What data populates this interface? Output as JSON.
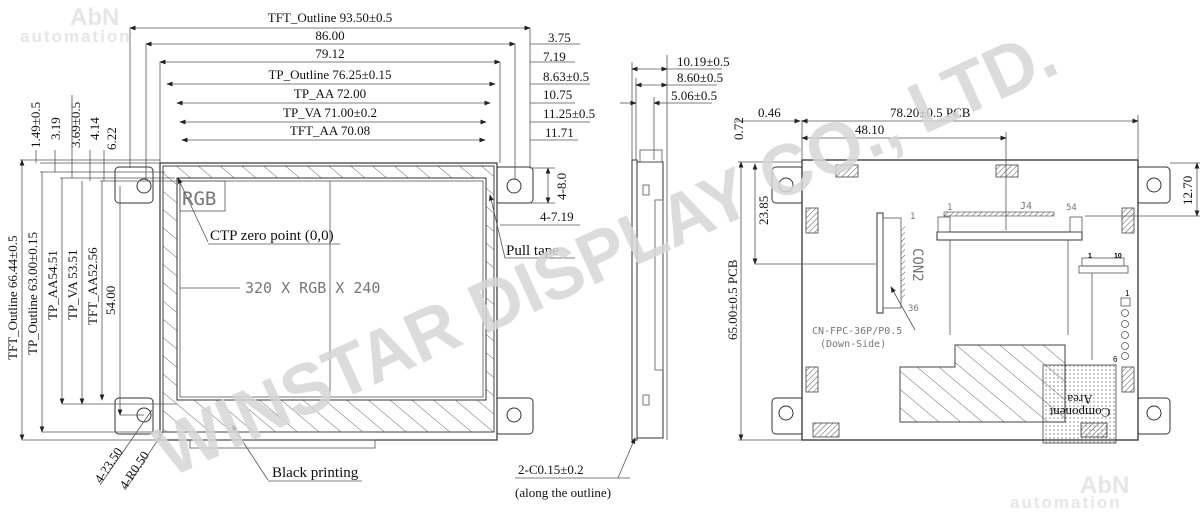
{
  "watermark": "WINSTAR DISPLAY CO., LTD.",
  "logo": {
    "line1": "AbN",
    "line2": "automation"
  },
  "front_view": {
    "top_dims": [
      "TFT_Outline 93.50±0.5",
      "86.00",
      "79.12",
      "TP_Outline 76.25±0.15",
      "TP_AA 72.00",
      "TP_VA 71.00±0.2",
      "TFT_AA 70.08"
    ],
    "right_dims": [
      "3.75",
      "7.19",
      "8.63±0.5",
      "10.75",
      "11.25±0.5",
      "11.71"
    ],
    "top_left_dims": [
      "1.49±0.5",
      "3.19",
      "3.69±0.5",
      "4.14",
      "6.22"
    ],
    "left_dims": [
      "TFT_Outline 66.44±0.5",
      "TP_Outline 63.00±0.15",
      "TP_AA54.51",
      "TP_VA 53.51",
      "TFT_AA52.56",
      "54.00"
    ],
    "tab_dims": [
      "4-8.0",
      "4-7.19"
    ],
    "rgb_label": "RGB",
    "resolution": "320  X  RGB  X  240",
    "ctp_zero": "CTP zero point (0,0)",
    "pull_tape": "Pull tape",
    "black_printing": "Black printing",
    "hole_dim": "4-?3.50",
    "radius_dim": "4-R0.50"
  },
  "side_view": {
    "dims": [
      "10.19±0.5",
      "8.60±0.5",
      "5.06±0.5"
    ],
    "chamfer": "2-C0.15±0.2",
    "chamfer_note": "(along the outline)"
  },
  "back_view": {
    "dims_top": [
      "0.46",
      "78.20±0.5 PCB",
      "48.10"
    ],
    "dims_left": [
      "0.72",
      "65.00±0.5 PCB",
      "23.85"
    ],
    "dim_right": "12.70",
    "j4": {
      "label": "J4",
      "pin_start": "1",
      "pin_end": "54"
    },
    "con2": {
      "label": "CON2",
      "pin_start": "1",
      "pin_end": "36"
    },
    "fpc_note": "CN-FPC-36P/P0.5",
    "fpc_side": "(Down-Side)",
    "small_conn": {
      "pin_start": "1",
      "pin_end": "10"
    },
    "header": {
      "pin_start": "1",
      "pin_end": "6"
    },
    "component_area": [
      "Component",
      "Area"
    ]
  }
}
